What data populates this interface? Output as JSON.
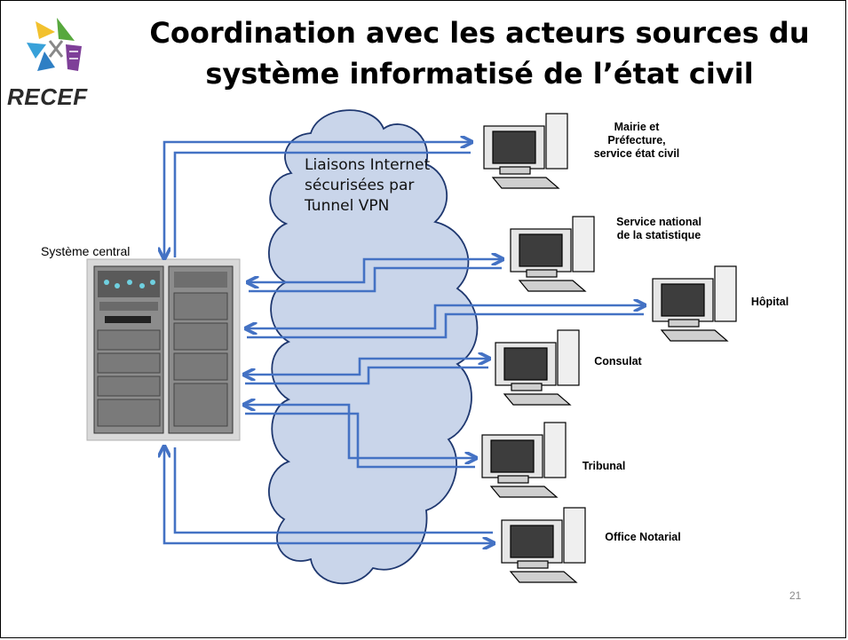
{
  "title": "Coordination avec les acteurs sources du système informatisé de l’état civil",
  "logo": {
    "text": "RECEF"
  },
  "central": {
    "label": "Système central"
  },
  "network": {
    "label": "Liaisons Internet sécurisées par Tunnel VPN"
  },
  "nodes": [
    {
      "label_lines": [
        "Mairie et",
        "Préfecture,",
        "service état civil"
      ]
    },
    {
      "label_lines": [
        "Service national",
        "de la statistique"
      ]
    },
    {
      "label_lines": [
        "Hôpital"
      ]
    },
    {
      "label_lines": [
        "Consulat"
      ]
    },
    {
      "label_lines": [
        "Tribunal"
      ]
    },
    {
      "label_lines": [
        "Office Notarial"
      ]
    }
  ],
  "page_number": "21",
  "colors": {
    "arrow": "#4472C4",
    "cloud_fill": "#C9D5EA",
    "cloud_stroke": "#1F3870",
    "rack": "#8c8c8c"
  }
}
